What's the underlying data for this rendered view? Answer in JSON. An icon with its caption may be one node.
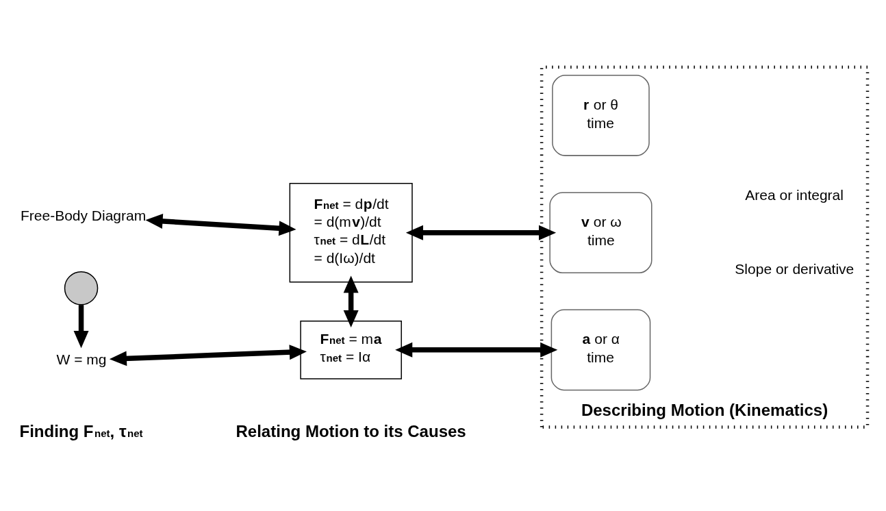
{
  "diagram": {
    "nodes": [
      {
        "text": [
          "Free-Body Diagram"
        ]
      },
      {
        "text": [],
        "shape": "circle"
      },
      {
        "text": [
          "W = mg"
        ]
      },
      {
        "text": [
          "**F$_{net}$** = d**p**/dt",
          "= d(m**v**)/dt",
          "τ**$_{net}$** = d**L**/dt",
          "= d(Iω)/dt"
        ]
      },
      {
        "text": [
          "**F$_{net}$** = m**a**",
          "τ**$_{net}$** = Iα"
        ]
      },
      {
        "text": [
          "Describing Motion (Kinematics)"
        ]
      },
      {
        "text": [
          "**r** or θ",
          "time"
        ],
        "in": 5
      },
      {
        "text": [
          "**v** or ω",
          "time"
        ],
        "in": 5
      },
      {
        "text": [
          "**a** or α",
          "time"
        ],
        "in": 5
      }
    ],
    "edges": [
      {
        "from": 0,
        "to": 3,
        "arrow": "both"
      },
      {
        "from": 1,
        "to": 2,
        "arrow": "to"
      },
      {
        "from": 3,
        "to": 4,
        "arrow": "both"
      },
      {
        "from": 2,
        "to": 4,
        "arrow": "both"
      },
      {
        "from": 3,
        "to": 7,
        "arrow": "both"
      },
      {
        "from": 4,
        "to": 8,
        "arrow": "both"
      }
    ],
    "labels": [
      "Slope or derivative",
      "Area or integral",
      "Finding F$_{net}$, τ$_{net}$",
      "Relating Motion to its Causes"
    ]
  }
}
